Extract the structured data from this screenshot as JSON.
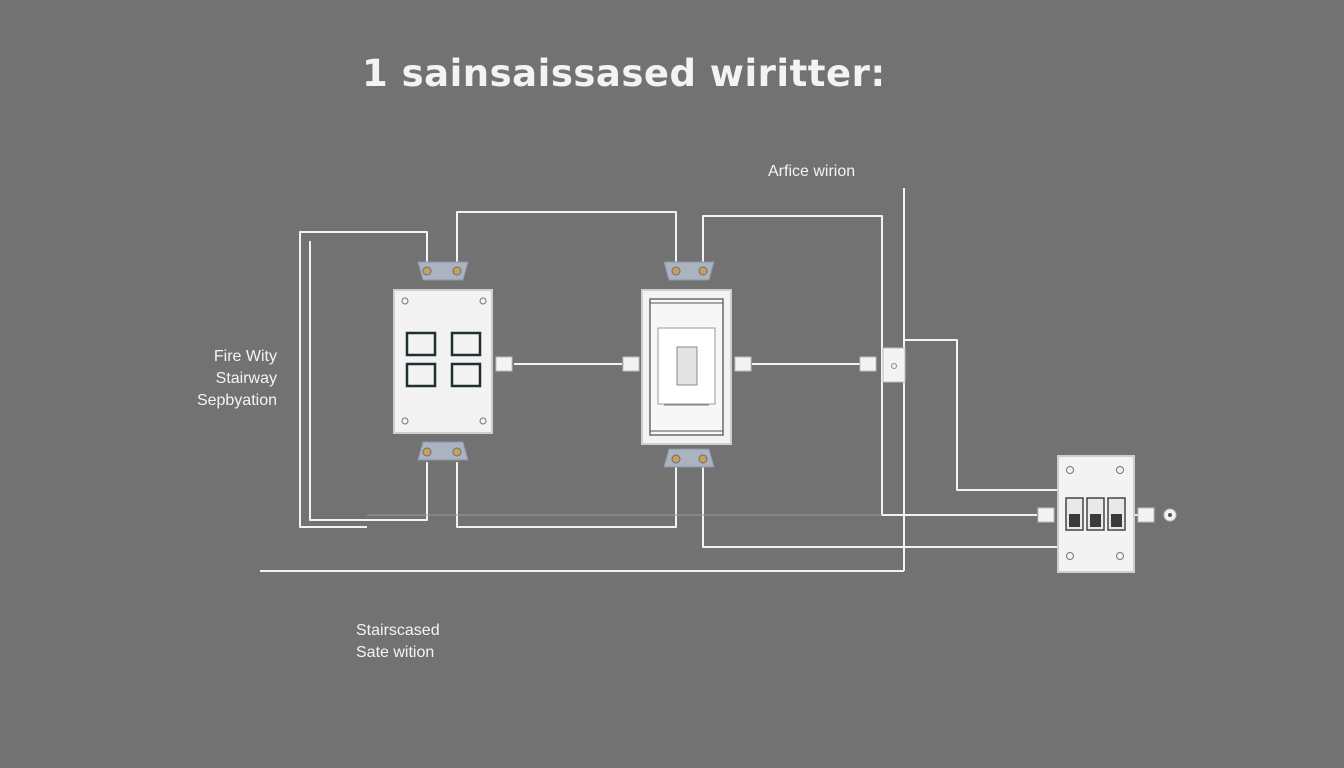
{
  "title": "1 sainsaissased wiritter:",
  "labels": {
    "top": "Arfice wirion",
    "left": [
      "Fire Wity",
      "Stairway",
      "Sepbyation"
    ],
    "bottom": [
      "Stairscased",
      "Sate wition"
    ]
  },
  "colors": {
    "background": "#737272",
    "wire": "#f2f2f2",
    "box_fill": "#f3f3f3",
    "box_stroke": "#cfcfcf",
    "square": "#1f2f33",
    "bracket": "#aab3bf"
  },
  "components": {
    "left_panel_icon": "four-gang-switch-icon",
    "middle_switch_icon": "rocker-switch-icon",
    "right_box_icon": "breaker-box-icon"
  }
}
